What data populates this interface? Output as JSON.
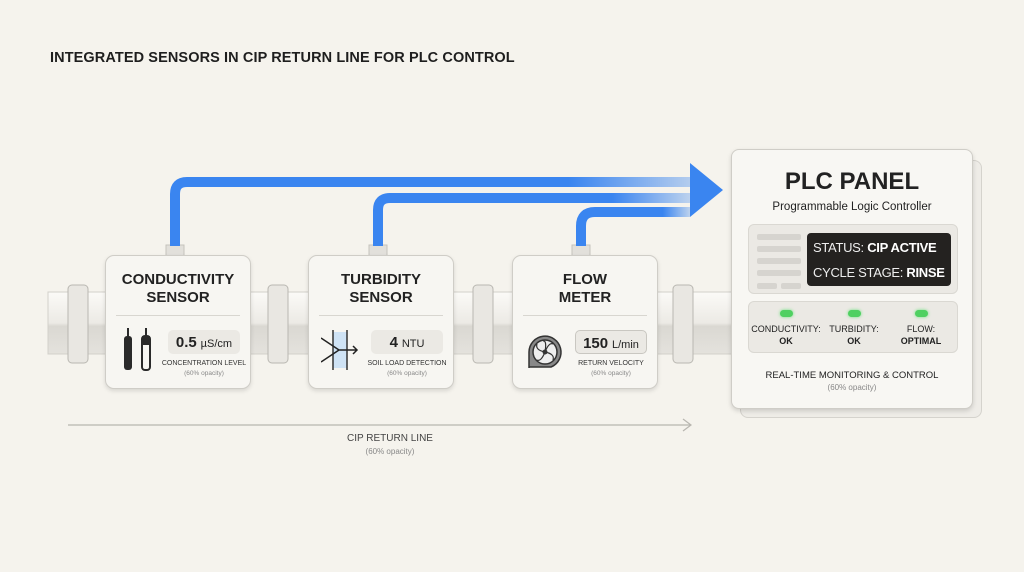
{
  "title": "INTEGRATED SENSORS IN CIP RETURN LINE FOR PLC CONTROL",
  "colors": {
    "flow_arrow": "#3a85f0",
    "led": "#4fd061",
    "display": "#242220"
  },
  "sensors": [
    {
      "title1": "CONDUCTIVITY",
      "title2": "SENSOR",
      "value": "0.5",
      "unit": "µS/cm",
      "caption": "CONCENTRATION LEVEL",
      "opacity_note": "(60% opacity)",
      "icon": "conductivity-probes-icon"
    },
    {
      "title1": "TURBIDITY",
      "title2": "SENSOR",
      "value": "4",
      "unit": "NTU",
      "caption": "SOIL LOAD DETECTION",
      "opacity_note": "(60% opacity)",
      "icon": "turbidity-cell-icon"
    },
    {
      "title1": "FLOW",
      "title2": "METER",
      "value": "150",
      "unit": "L/min",
      "caption": "RETURN VELOCITY",
      "opacity_note": "(60% opacity)",
      "icon": "turbine-icon"
    }
  ],
  "plc": {
    "title": "PLC PANEL",
    "subtitle": "Programmable Logic Controller",
    "status_label": "STATUS:",
    "status_value": "CIP ACTIVE",
    "stage_label": "CYCLE STAGE:",
    "stage_value": "RINSE",
    "indicators": [
      {
        "label": "CONDUCTIVITY:",
        "value": "OK"
      },
      {
        "label": "TURBIDITY:",
        "value": "OK"
      },
      {
        "label": "FLOW:",
        "value": "OPTIMAL"
      }
    ],
    "footer": "REAL-TIME MONITORING & CONTROL",
    "footer_note": "(60% opacity)"
  },
  "line": {
    "label": "CIP RETURN LINE",
    "note": "(60% opacity)"
  }
}
